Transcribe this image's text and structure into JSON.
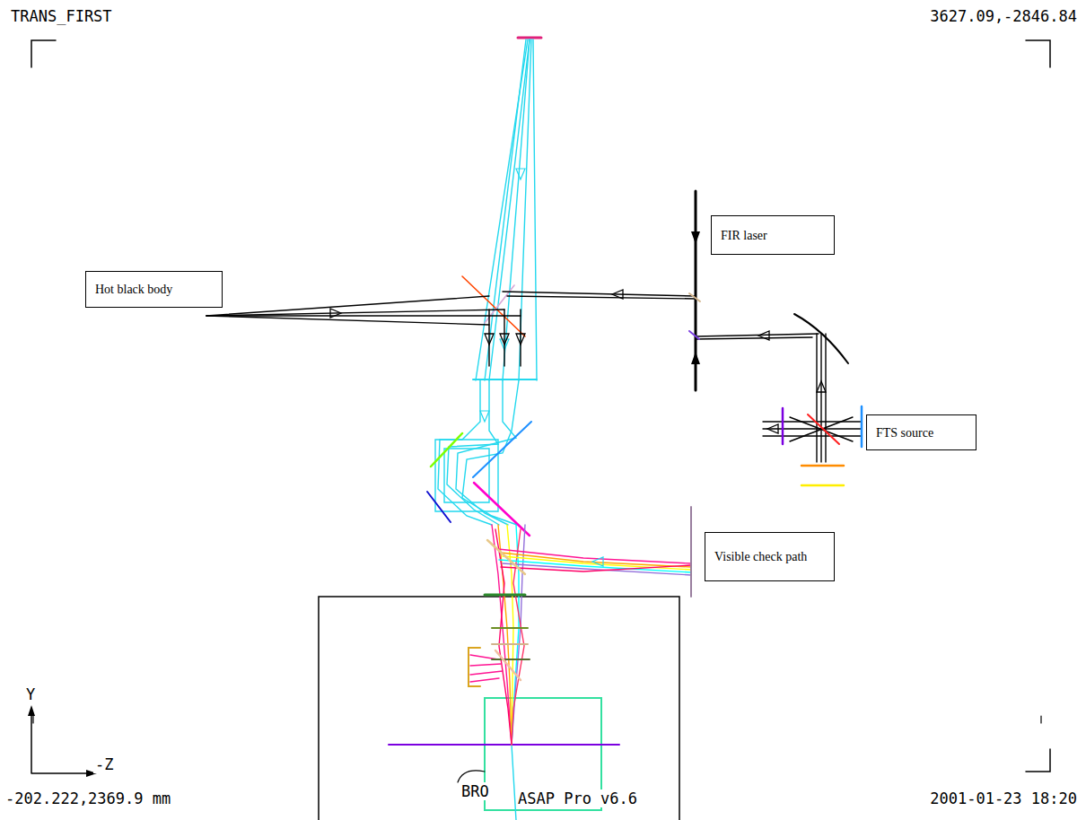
{
  "diagram": {
    "nodes": [
      {
        "text": [
          "FIR laser"
        ]
      },
      {
        "text": [
          "Hot black body"
        ]
      },
      {
        "text": [
          "FTS source"
        ]
      },
      {
        "text": [
          "Visible check path"
        ]
      }
    ],
    "labels": [
      "TRANS_FIRST",
      "3627.09,-2846.84",
      "-202.222,2369.9 mm",
      "BRO",
      "ASAP Pro v6.6",
      "2001-01-23 18:20",
      "Y",
      "-Z"
    ]
  }
}
